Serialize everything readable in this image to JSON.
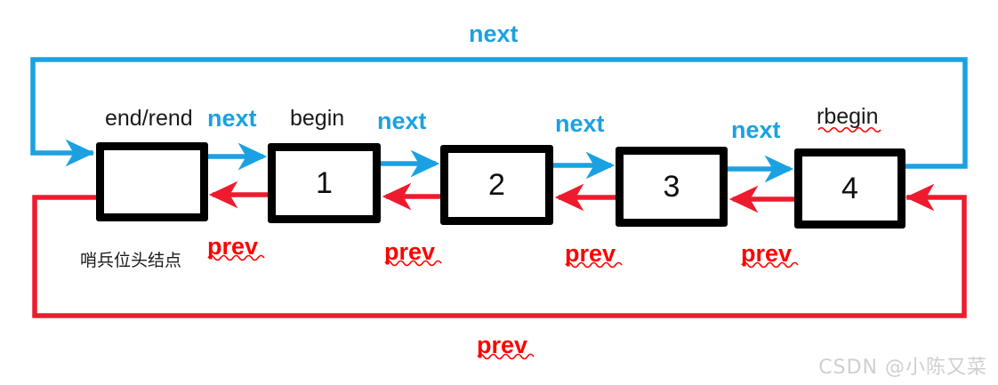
{
  "diagram": {
    "title_semantic": "doubly-circular-linked-list-with-sentinel-head",
    "colors": {
      "next_arrow": "#1ba1e2",
      "prev_arrow": "#ee1b2e",
      "node_border": "#000000",
      "background": "#ffffff",
      "text": "#1a1a1a",
      "spellcheck_squiggle": "#ff0000",
      "watermark": "#cfcfcf"
    },
    "nodes": [
      {
        "id": "sentinel",
        "value": "",
        "top_label": "end/rend",
        "bottom_label": "哨兵位头结点"
      },
      {
        "id": "n1",
        "value": "1",
        "top_label": "begin",
        "bottom_label": ""
      },
      {
        "id": "n2",
        "value": "2",
        "top_label": "",
        "bottom_label": ""
      },
      {
        "id": "n3",
        "value": "3",
        "top_label": "",
        "bottom_label": ""
      },
      {
        "id": "n4",
        "value": "4",
        "top_label": "rbegin",
        "bottom_label": ""
      }
    ],
    "next_labels": [
      {
        "text": "next",
        "role": "wrap-around-top"
      },
      {
        "text": "next",
        "role": "sentinel-to-1"
      },
      {
        "text": "next",
        "role": "1-to-2"
      },
      {
        "text": "next",
        "role": "2-to-3"
      },
      {
        "text": "next",
        "role": "3-to-4"
      }
    ],
    "prev_labels": [
      {
        "text": "prev",
        "role": "1-to-sentinel"
      },
      {
        "text": "prev",
        "role": "2-to-1"
      },
      {
        "text": "prev",
        "role": "3-to-2"
      },
      {
        "text": "prev",
        "role": "4-to-3"
      },
      {
        "text": "prev",
        "role": "wrap-around-bottom"
      }
    ],
    "annotations": {
      "sentinel_note": "哨兵位头结点",
      "end_rend_label": "end/rend",
      "begin_label": "begin",
      "rbegin_label": "rbegin"
    },
    "watermark": "CSDN @小陈又菜"
  }
}
